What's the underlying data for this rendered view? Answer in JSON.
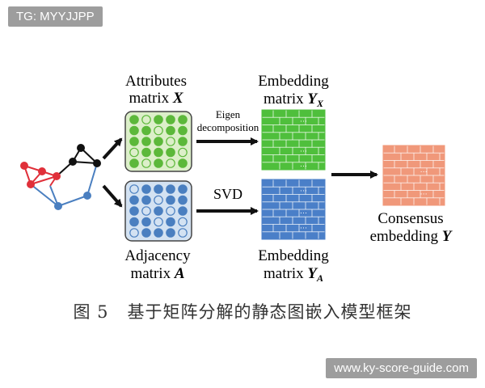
{
  "watermark_top": "TG: MYYJJPP",
  "watermark_bottom": "www.ky-score-guide.com",
  "labels": {
    "attributes_line1": "Attributes",
    "attributes_line2": "matrix",
    "attributes_symbol": "X",
    "adjacency_line1": "Adjacency",
    "adjacency_line2": "matrix",
    "adjacency_symbol": "A",
    "eigen_line1": "Eigen",
    "eigen_line2": "decomposition",
    "svd": "SVD",
    "embed_x_line1": "Embedding",
    "embed_x_line2": "matrix",
    "embed_x_symbol": "Y",
    "embed_x_sub": "X",
    "embed_a_line1": "Embedding",
    "embed_a_line2": "matrix",
    "embed_a_symbol": "Y",
    "embed_a_sub": "A",
    "consensus_line1": "Consensus",
    "consensus_line2": "embedding",
    "consensus_symbol": "Y",
    "ellipsis": "…"
  },
  "caption": {
    "fig": "图 5",
    "text": "基于矩阵分解的静态图嵌入模型框架"
  },
  "colors": {
    "green_fill": "#dcefc9",
    "green_dot": "#5cb83a",
    "blue_fill": "#d3e2f2",
    "blue_dot": "#4a7fc0",
    "green_brick": "#4fbf3c",
    "blue_brick": "#4a7fc8",
    "orange_brick": "#f0987a",
    "node_red": "#e0303a",
    "node_black": "#111111",
    "node_blue": "#4a7fc0"
  }
}
